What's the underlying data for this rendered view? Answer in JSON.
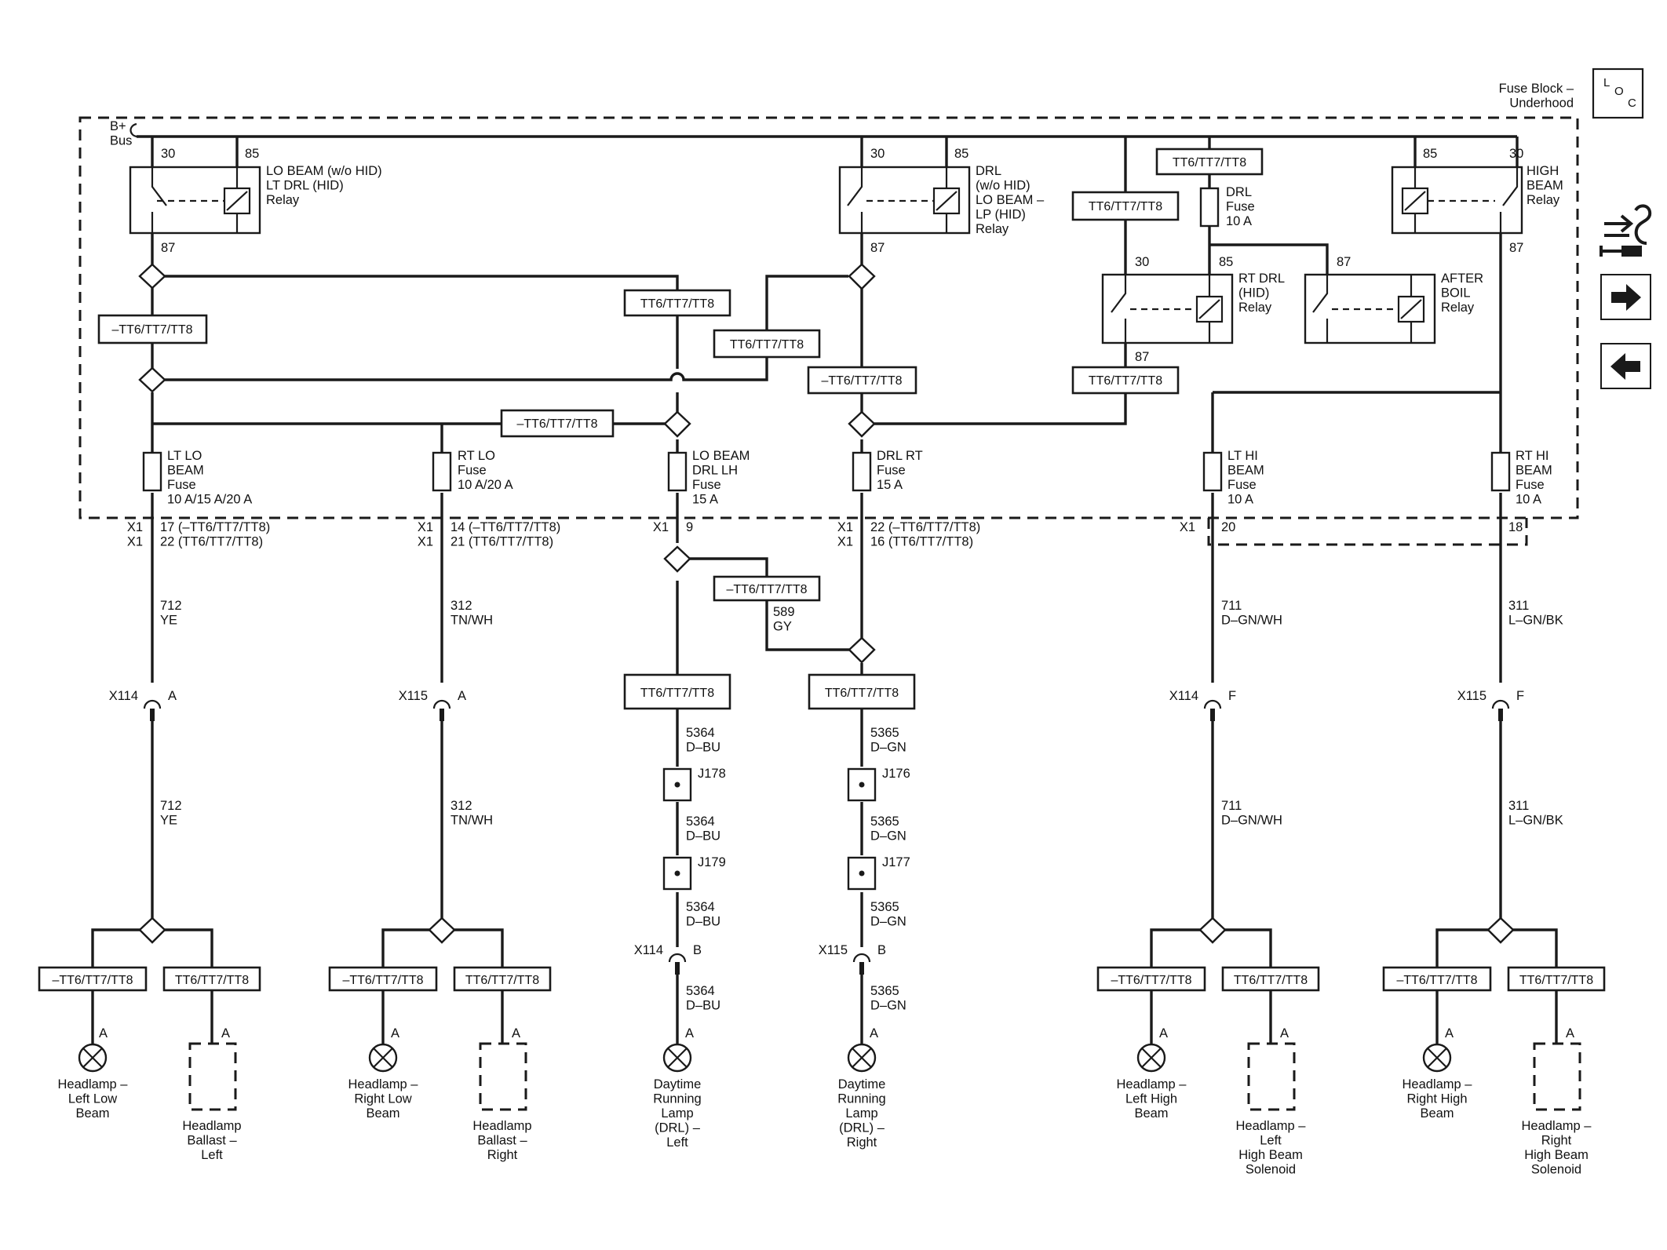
{
  "location_box": {
    "name": "Fuse Block –\nUnderhood",
    "icon": "LOC"
  },
  "bus": {
    "label": "B+\nBus"
  },
  "option_code": "TT6/TT7/TT8",
  "option_code_not": "–TT6/TT7/TT8",
  "relays": {
    "lo_beam": {
      "label": "LO BEAM (w/o HID)\nLT DRL (HID)\nRelay",
      "pins": [
        "30",
        "85",
        "87"
      ]
    },
    "drl": {
      "label": "DRL\n(w/o HID)\nLO BEAM –\nLP (HID)\nRelay",
      "pins": [
        "30",
        "85",
        "87"
      ]
    },
    "high_beam": {
      "label": "HIGH\nBEAM\nRelay",
      "pins": [
        "85",
        "30",
        "87"
      ]
    },
    "rt_drl": {
      "label": "RT DRL\n(HID)\nRelay",
      "pins": [
        "30",
        "85",
        "87"
      ]
    },
    "after_boil": {
      "label": "AFTER\nBOIL\nRelay",
      "pins": [
        "87"
      ]
    }
  },
  "fuses": {
    "drl_fuse": "DRL\nFuse\n10 A",
    "lt_lo": "LT LO\nBEAM\nFuse\n10 A/15 A/20 A",
    "rt_lo": "RT LO\nFuse\n10 A/20 A",
    "lo_beam_drl_lh": "LO BEAM\nDRL LH\nFuse\n15 A",
    "drl_rt": "DRL RT\nFuse\n15 A",
    "lt_hi": "LT HI\nBEAM\nFuse\n10 A",
    "rt_hi": "RT HI\nBEAM\nFuse\n10 A"
  },
  "connector_pins": {
    "c1": {
      "x1": "X1\nX1",
      "pins": "17 (–TT6/TT7/TT8)\n22 (TT6/TT7/TT8)"
    },
    "c2": {
      "x1": "X1\nX1",
      "pins": "14 (–TT6/TT7/TT8)\n21 (TT6/TT7/TT8)"
    },
    "c3": {
      "x1": "X1",
      "pins": "9"
    },
    "c4": {
      "x1": "X1\nX1",
      "pins": "22 (–TT6/TT7/TT8)\n16 (TT6/TT7/TT8)"
    },
    "c5": {
      "x1": "X1",
      "pins": "20"
    },
    "c6": {
      "pins": "18"
    }
  },
  "circuits": {
    "c712": "712\nYE",
    "c312": "312\nTN/WH",
    "c589": "589\nGY",
    "c5364": "5364\nD–BU",
    "c5365": "5365\nD–GN",
    "c711": "711\nD–GN/WH",
    "c311": "311\nL–GN/BK"
  },
  "inline_connectors": {
    "x114_a": {
      "name": "X114",
      "pin": "A"
    },
    "x115_a": {
      "name": "X115",
      "pin": "A"
    },
    "x114_f": {
      "name": "X114",
      "pin": "F"
    },
    "x115_f": {
      "name": "X115",
      "pin": "F"
    },
    "x114_b": {
      "name": "X114",
      "pin": "B"
    },
    "x115_b": {
      "name": "X115",
      "pin": "B"
    }
  },
  "splices": {
    "j178": "J178",
    "j179": "J179",
    "j176": "J176",
    "j177": "J177"
  },
  "components": {
    "hl_left_low": "Headlamp –\nLeft Low\nBeam",
    "ballast_left": "Headlamp\nBallast –\nLeft",
    "hl_right_low": "Headlamp –\nRight Low\nBeam",
    "ballast_right": "Headlamp\nBallast –\nRight",
    "drl_left": "Daytime\nRunning\nLamp\n(DRL) –\nLeft",
    "drl_right": "Daytime\nRunning\nLamp\n(DRL) –\nRight",
    "hl_left_high": "Headlamp –\nLeft High\nBeam",
    "solenoid_left": "Headlamp –\nLeft\nHigh Beam\nSolenoid",
    "hl_right_high": "Headlamp –\nRight High\nBeam",
    "solenoid_right": "Headlamp –\nRight\nHigh Beam\nSolenoid"
  },
  "component_pin": "A",
  "nav": {
    "service_icon": "wrench-arrows-icon",
    "next_icon": "arrow-right-icon",
    "prev_icon": "arrow-left-icon"
  }
}
